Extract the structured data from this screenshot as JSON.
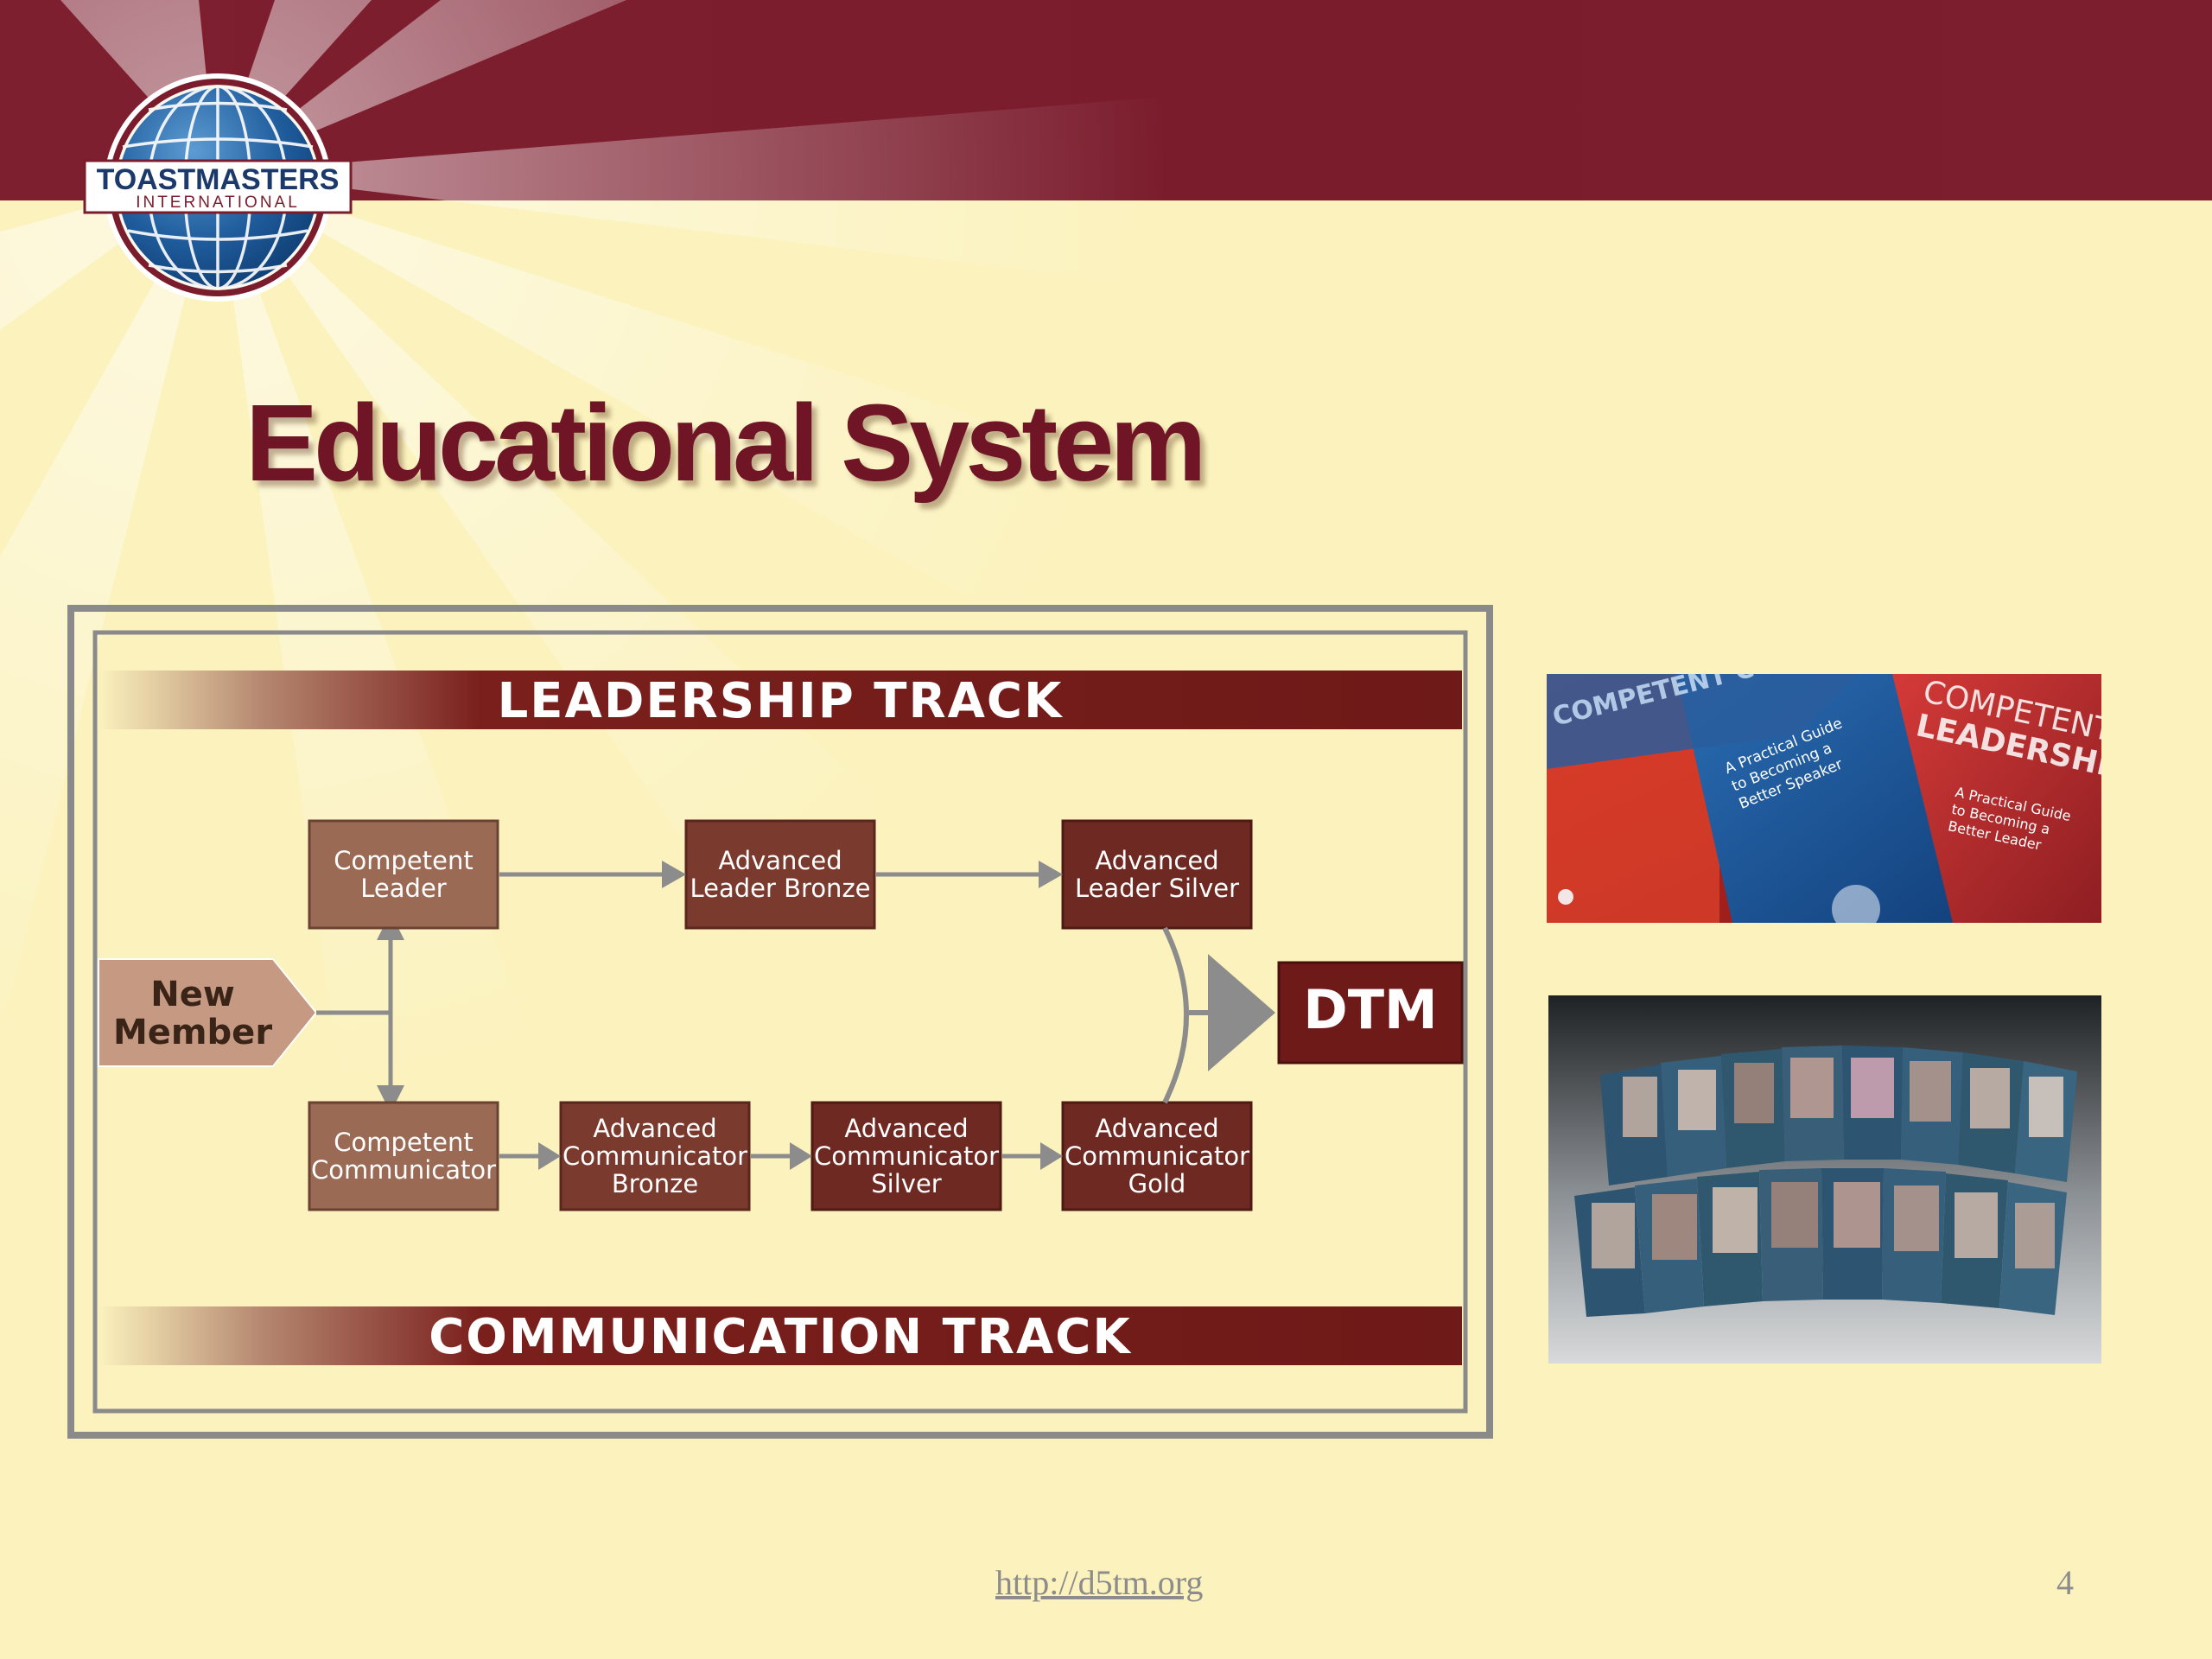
{
  "logo": {
    "line1": "TOASTMASTERS",
    "line2": "INTERNATIONAL"
  },
  "title": "Educational System",
  "diagram": {
    "leadership_track": "LEADERSHIP TRACK",
    "communication_track": "COMMUNICATION TRACK",
    "start": {
      "line1": "New",
      "line2": "Member"
    },
    "end": "DTM",
    "leadership_boxes": [
      {
        "line1": "Competent",
        "line2": "Leader"
      },
      {
        "line1": "Advanced",
        "line2": "Leader Bronze"
      },
      {
        "line1": "Advanced",
        "line2": "Leader Silver"
      }
    ],
    "communication_boxes": [
      {
        "line1": "Competent",
        "line2": "Communicator"
      },
      {
        "line1": "Advanced",
        "line2": "Communicator",
        "line3": "Bronze"
      },
      {
        "line1": "Advanced",
        "line2": "Communicator",
        "line3": "Silver"
      },
      {
        "line1": "Advanced",
        "line2": "Communicator",
        "line3": "Gold"
      }
    ]
  },
  "photos": {
    "manuals": {
      "left_cover": "COMPETENT COMMUNICATION",
      "blue_cover": {
        "line1": "A Practical Guide",
        "line2": "to Becoming a",
        "line3": "Better Speaker"
      },
      "right_cover": {
        "line1": "COMPETENT",
        "line2": "LEADERSHIP",
        "sub1": "A Practical Guide",
        "sub2": "to Becoming a",
        "sub3": "Better Leader"
      }
    }
  },
  "footer": {
    "url": "http://d5tm.org",
    "page": "4"
  },
  "colors": {
    "maroon": "#7e1f30",
    "box_brown": "#9b6a55",
    "track_dark": "#7a1f1c",
    "background": "#fbf2bd"
  }
}
